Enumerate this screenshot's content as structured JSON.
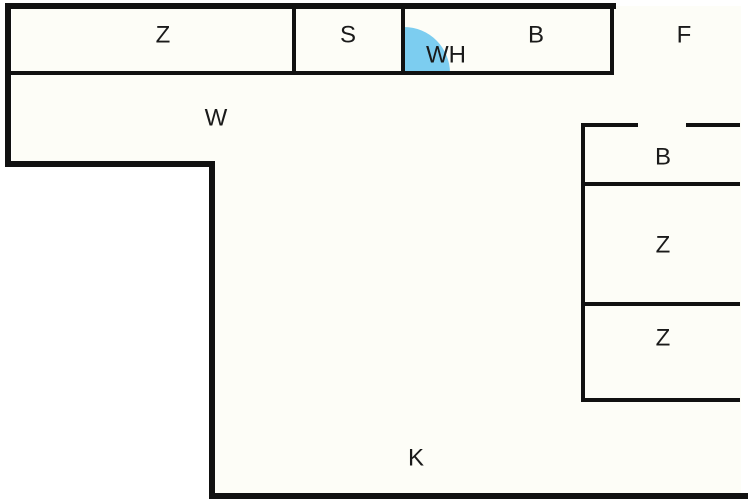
{
  "colors": {
    "floor": "#fdfdf7",
    "wall": "#111111",
    "water_heater": "#7ccdf0",
    "text": "#1a1a1a"
  },
  "rooms": {
    "z_top": "Z",
    "s_top": "S",
    "wh": "WH",
    "b_top": "B",
    "f": "F",
    "w": "W",
    "b_right": "B",
    "z_right_1": "Z",
    "z_right_2": "Z",
    "k": "K"
  }
}
